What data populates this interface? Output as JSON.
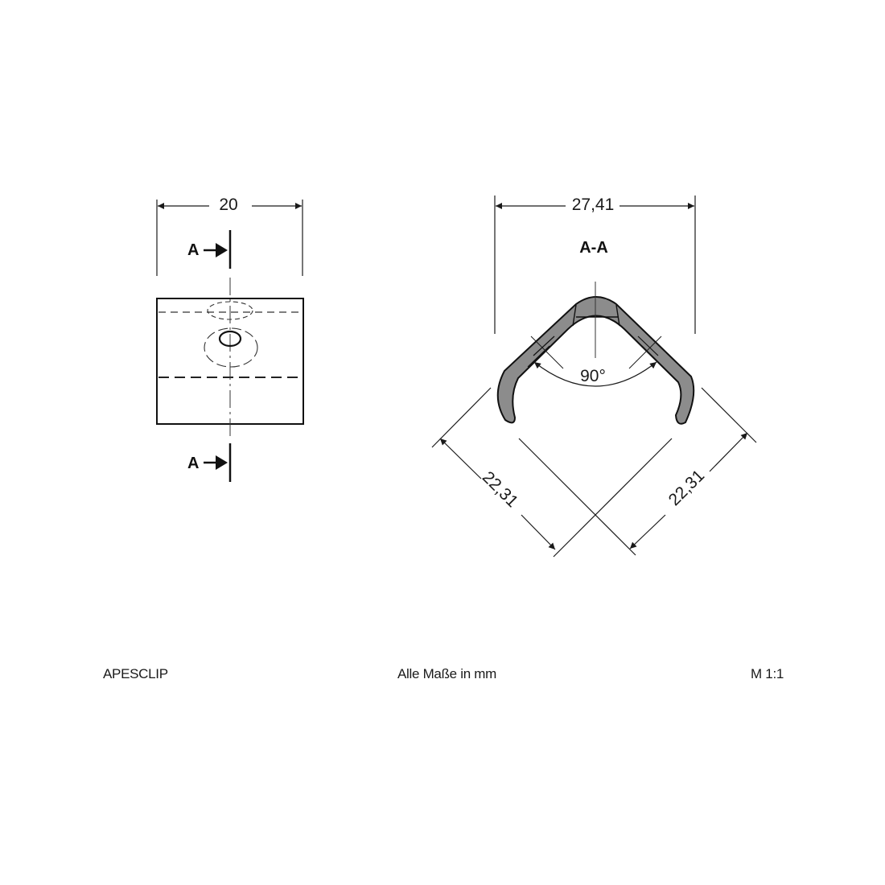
{
  "front_view": {
    "width_dimension": "20",
    "section_marker_top": "A",
    "section_marker_bottom": "A"
  },
  "section_view": {
    "title": "A-A",
    "width_dimension": "27,41",
    "angle": "90°",
    "leg_dimension_left": "22,31",
    "leg_dimension_right": "22,31",
    "fill_color": "#8c8c8c"
  },
  "footer": {
    "part_name": "APESCLIP",
    "units_note": "Alle Maße in mm",
    "scale": "M 1:1"
  }
}
